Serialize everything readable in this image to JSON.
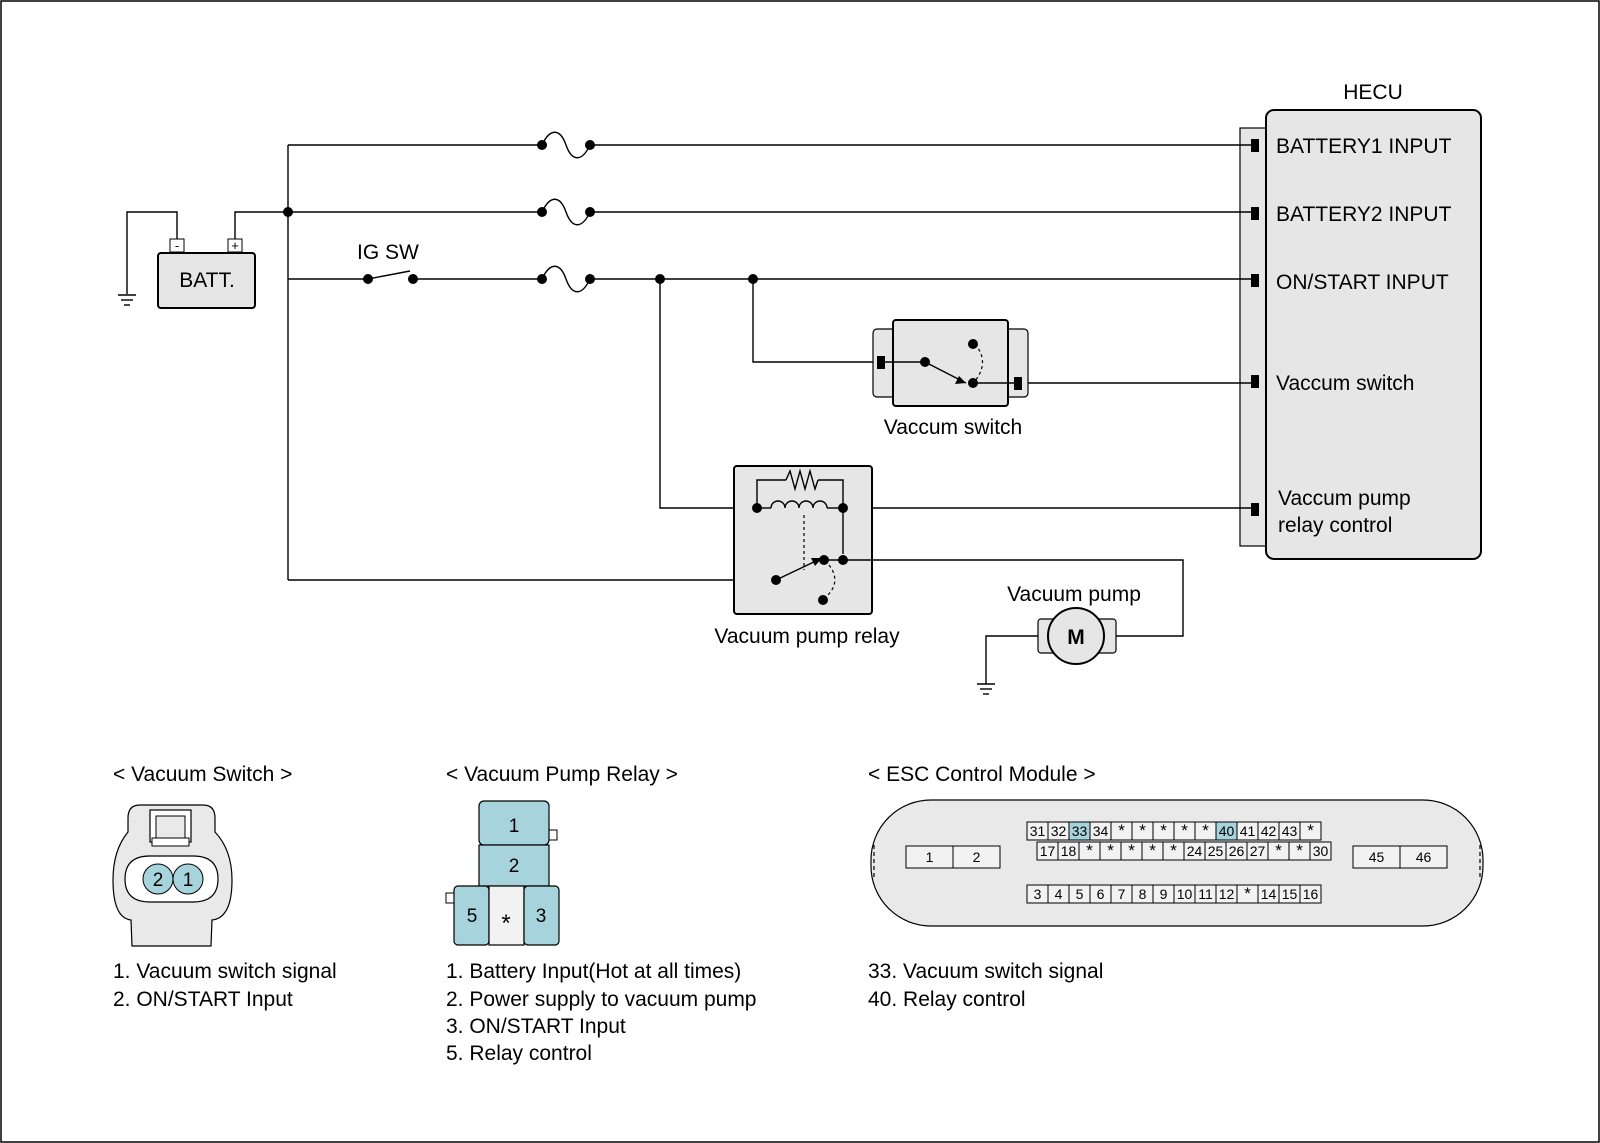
{
  "colors": {
    "pin_highlight": "#a7d3dc",
    "component_fill": "#e6e6e6",
    "line": "#000000"
  },
  "hecu": {
    "title": "HECU",
    "battery1": "BATTERY1 INPUT",
    "battery2": "BATTERY2 INPUT",
    "on_start": "ON/START INPUT",
    "vacuum_switch": "Vaccum switch",
    "relay_control_line1": "Vaccum pump",
    "relay_control_line2": "relay control"
  },
  "battery": {
    "label": "BATT.",
    "neg": "-",
    "pos": "+"
  },
  "ig_sw": "IG SW",
  "vacuum_switch_label": "Vaccum switch",
  "relay_label": "Vacuum pump relay",
  "pump": {
    "label": "Vacuum pump",
    "motor": "M"
  },
  "connectors": {
    "vacuum_switch": {
      "title": "< Vacuum Switch >",
      "pins": [
        "2",
        "1"
      ],
      "legend": [
        "1. Vacuum switch signal",
        "2. ON/START Input"
      ]
    },
    "pump_relay": {
      "title": "< Vacuum Pump Relay >",
      "pins": {
        "p1": "1",
        "p2": "2",
        "p5": "5",
        "star": "*",
        "p3": "3"
      },
      "legend": [
        "1. Battery Input(Hot at all times)",
        "2. Power supply to vacuum pump",
        "3. ON/START Input",
        "5. Relay control"
      ]
    },
    "esc": {
      "title": "< ESC Control Module >",
      "left_pins": [
        "1",
        "2"
      ],
      "right_pins": [
        "45",
        "46"
      ],
      "row1": [
        "31",
        "32",
        "33",
        "34",
        "*",
        "*",
        "*",
        "*",
        "*",
        "40",
        "41",
        "42",
        "43",
        "*"
      ],
      "row2": [
        "17",
        "18",
        "*",
        "*",
        "*",
        "*",
        "*",
        "24",
        "25",
        "26",
        "27",
        "*",
        "*",
        "30"
      ],
      "row3": [
        "3",
        "4",
        "5",
        "6",
        "7",
        "8",
        "9",
        "10",
        "11",
        "12",
        "*",
        "14",
        "15",
        "16"
      ],
      "highlighted": [
        "33",
        "40"
      ],
      "legend": [
        "33. Vacuum switch signal",
        "40. Relay control"
      ]
    }
  }
}
